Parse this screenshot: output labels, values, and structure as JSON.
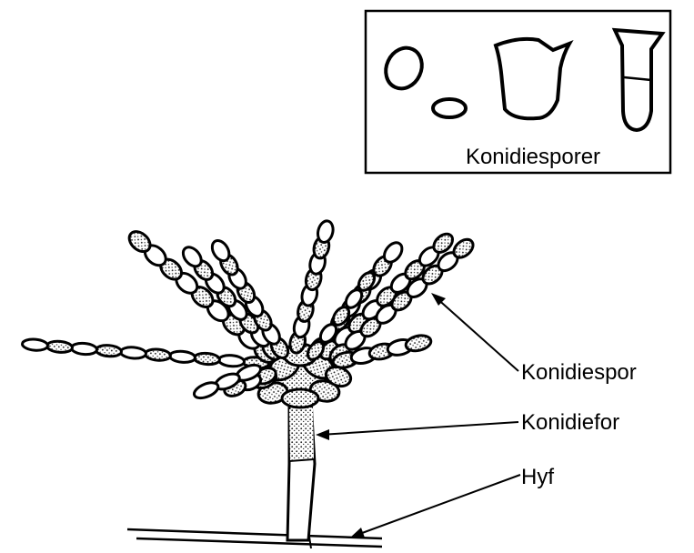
{
  "inset": {
    "caption": "Konidiesporer"
  },
  "labels": {
    "spore": "Konidiespor",
    "conidiophore": "Konidiefor",
    "hypha": "Hyf"
  }
}
